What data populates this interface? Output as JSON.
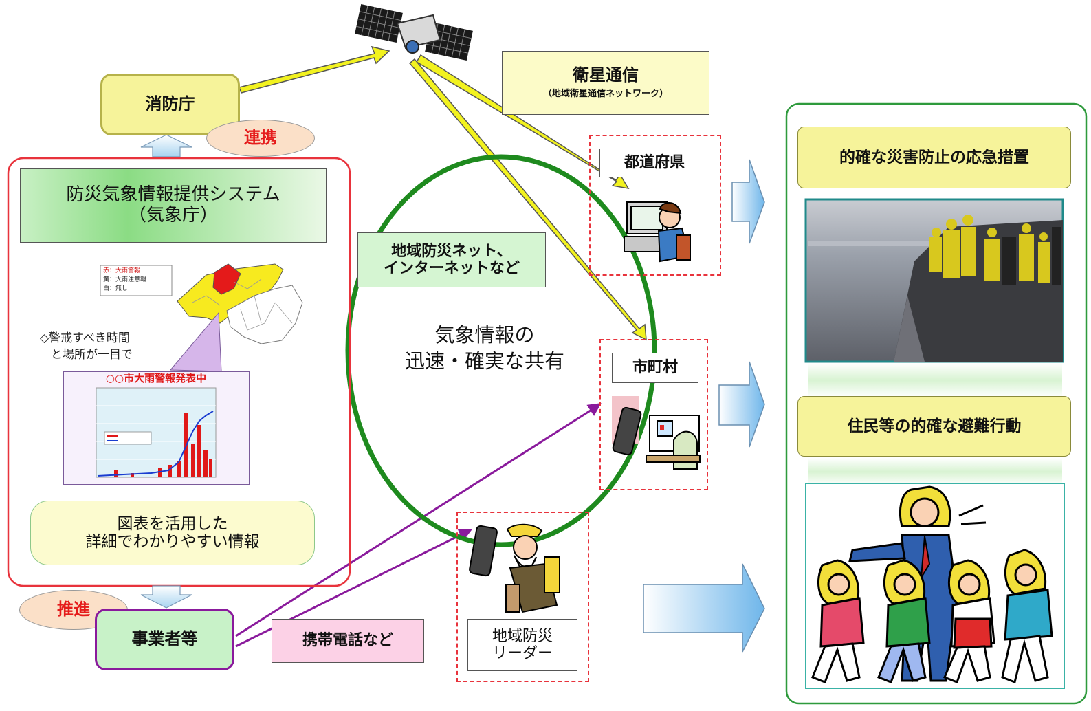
{
  "fdma": {
    "label": "消防庁"
  },
  "renkei": {
    "label": "連携"
  },
  "suishin": {
    "label": "推進"
  },
  "system": {
    "title_line1": "防災気象情報提供システム",
    "title_line2": "（気象庁）"
  },
  "map_legend": {
    "line1": "赤：大雨警報",
    "line2": "黄：大雨注意報",
    "line3": "白：無し"
  },
  "warning_caption": {
    "line1": "◇警戒すべき時間",
    "line2": "と場所が一目で"
  },
  "graph": {
    "title": "○○市大雨警報発表中"
  },
  "detail_box": {
    "line1": "図表を活用した",
    "line2": "詳細でわかりやすい情報"
  },
  "business": {
    "label": "事業者等"
  },
  "mobile": {
    "label": "携帯電話など"
  },
  "satellite_comm": {
    "line1": "衛星通信",
    "line2": "（地域衛星通信ネットワーク）"
  },
  "regional_net": {
    "line1": "地域防災ネット、",
    "line2": "インターネットなど"
  },
  "center": {
    "line1": "気象情報の",
    "line2": "迅速・確実な共有"
  },
  "prefecture": {
    "label": "都道府県"
  },
  "municipality": {
    "label": "市町村"
  },
  "leader": {
    "line1": "地域防災",
    "line2": "リーダー"
  },
  "outcome1": {
    "label": "的確な災害防止の応急措置"
  },
  "outcome2": {
    "label": "住民等の的確な避難行動"
  },
  "colors": {
    "green": "#1e8a1e",
    "red_frame": "#e8333c",
    "purple": "#8a1a9c",
    "yellow_box": "#f6f39a",
    "arrow_yellow": "#f2f21f"
  }
}
